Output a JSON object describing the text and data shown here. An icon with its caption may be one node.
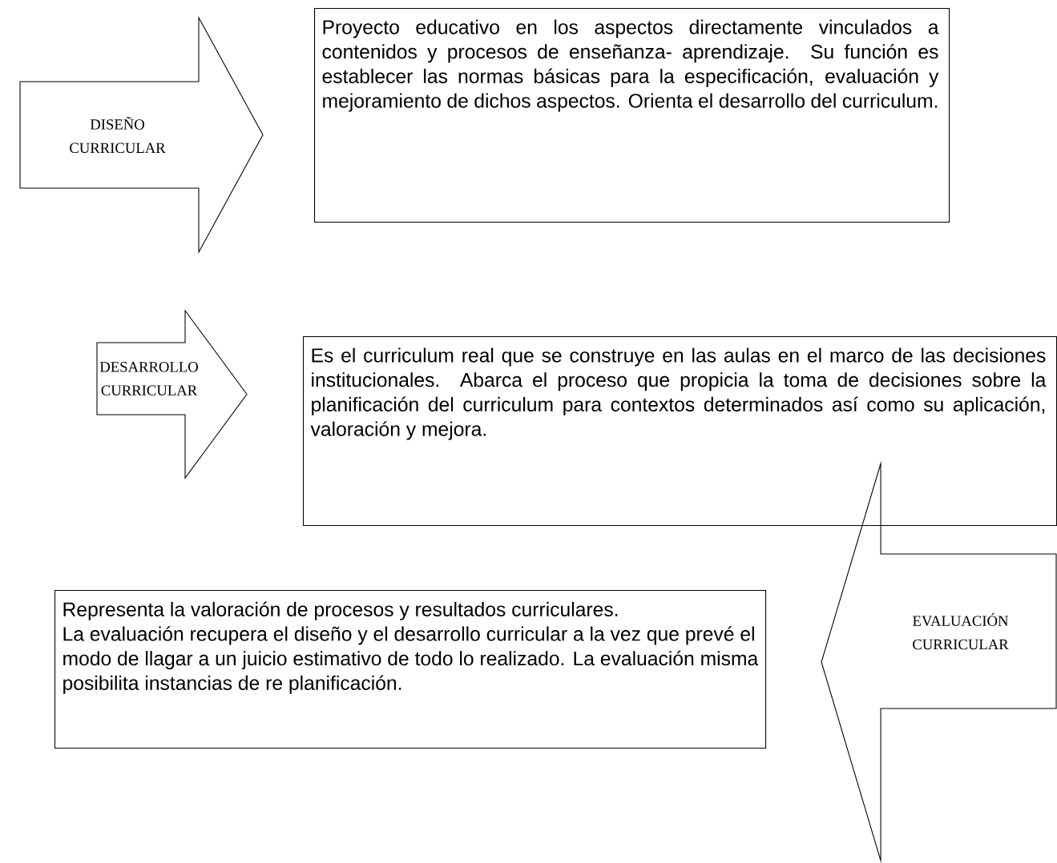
{
  "diagram": {
    "nodes": [
      {
        "text": [
          "DISEÑO CURRICULAR"
        ]
      },
      {
        "text": [
          "Proyecto educativo en los aspectos directamente vinculados a contenidos y procesos de enseñanza- aprendizaje. Su función es establecer las normas básicas para la especificación, evaluación y mejoramiento de dichos aspectos. Orienta el desarrollo del curriculum."
        ]
      },
      {
        "text": [
          "DESARROLLO CURRICULAR"
        ]
      },
      {
        "text": [
          "Es el curriculum real que se construye en las aulas en el marco de las decisiones institucionales. Abarca el proceso que propicia la toma de decisiones sobre la planificación del curriculum para contextos determinados así como su aplicación, valoración y mejora."
        ]
      },
      {
        "text": [
          "Representa la valoración de procesos y resultados curriculares.",
          "La evaluación recupera el diseño y el desarrollo curricular a la vez que prevé el modo de llagar a un juicio estimativo de todo lo realizado. La evaluación misma posibilita instancias de re planificación."
        ]
      },
      {
        "text": [
          "EVALUACIÓN CURRICULAR"
        ]
      }
    ]
  }
}
